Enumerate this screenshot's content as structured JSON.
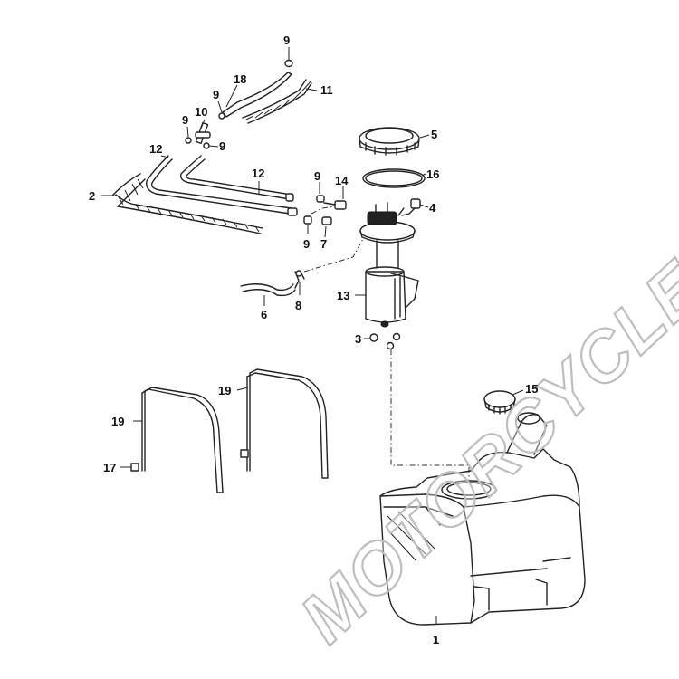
{
  "watermark": "MOTORCYCLEDOCTOR",
  "labels": {
    "l1": "1",
    "l2": "2",
    "l3": "3",
    "l4": "4",
    "l5": "5",
    "l6": "6",
    "l7": "7",
    "l8": "8",
    "l9a": "9",
    "l9b": "9",
    "l9c": "9",
    "l9d": "9",
    "l9e": "9",
    "l9f": "9",
    "l10": "10",
    "l11": "11",
    "l12a": "12",
    "l12b": "12",
    "l13": "13",
    "l14": "14",
    "l15": "15",
    "l16": "16",
    "l17": "17",
    "l18": "18",
    "l19a": "19",
    "l19b": "19"
  }
}
